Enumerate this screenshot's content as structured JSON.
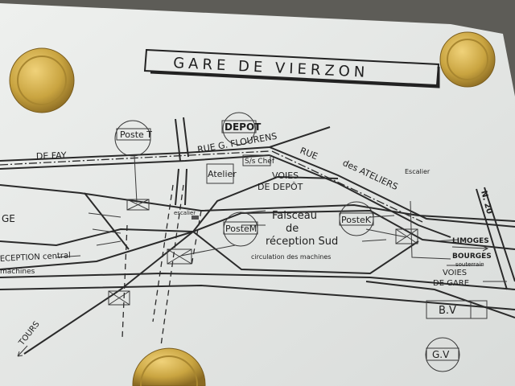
{
  "title": "GARE DE VIERZON",
  "labels": {
    "poste_t": "Poste T",
    "depot": "DEPOT",
    "rue_flourens": "RUE G. FLOURENS",
    "de_fay": "DE    FAY",
    "rue_ateliers_1": "RUE",
    "rue_ateliers_2": "des ATELIERS",
    "escalier_top": "Escalier",
    "atelier": "Atelier",
    "sous_chef": "S/s Chef",
    "voies_depot_1": "VOIES",
    "voies_depot_2": "DE DEPÔT",
    "ge": "GE",
    "escalier_mid": "escalier",
    "faisceau_1": "Faisceau",
    "faisceau_2": "de",
    "faisceau_3": "réception Sud",
    "poste_m": "PosteM",
    "poste_k": "PosteK",
    "n20": "N. 20",
    "limoges": "LIMOGES",
    "bourges": "BOURGES",
    "souterrain": "souterrain",
    "voies_gare_1": "VOIES",
    "voies_gare_2": "DE GARE",
    "reception_central": "ECEPTION central",
    "machines": "machines",
    "circulation": "circulation des machines",
    "bv": "B.V",
    "gv": "G.V",
    "tours": "TOURS"
  },
  "colors": {
    "paper": "#e8ebe8",
    "ink": "#2a2a2a",
    "coin": "#c9a440",
    "background": "#5d5c57"
  }
}
